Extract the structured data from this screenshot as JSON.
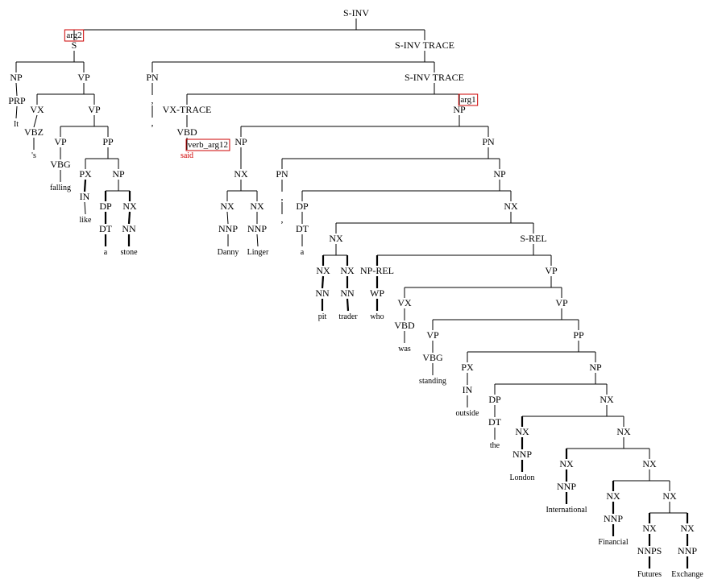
{
  "colors": {
    "text": "#000000",
    "box": "#cc0000",
    "highlight_word": "#d00000"
  },
  "annotations": {
    "arg2": "arg2",
    "arg1": "arg1",
    "verb": "verb_arg12"
  },
  "nodes": {
    "root": "S-INV",
    "s": "S",
    "np_it": "NP",
    "prp": "PRP",
    "w_it": "It",
    "vp1": "VP",
    "vx1": "VX",
    "vbz": "VBZ",
    "w_s": "'s",
    "vp2": "VP",
    "vp3": "VP",
    "vbg1": "VBG",
    "w_falling": "falling",
    "pp1": "PP",
    "px1": "PX",
    "in1": "IN",
    "w_like": "like",
    "np_stone": "NP",
    "dp1": "DP",
    "dt1": "DT",
    "w_a1": "a",
    "nx_stone": "NX",
    "nn_stone": "NN",
    "w_stone": "stone",
    "sinv_trace1": "S-INV TRACE",
    "pn_comma1": "PN",
    "comma1a": ",",
    "comma1b": ",",
    "sinv_trace2": "S-INV TRACE",
    "vx_trace": "VX-TRACE",
    "vbd_said": "VBD",
    "w_said": "said",
    "np_main": "NP",
    "np_danny": "NP",
    "nx_danny": "NX",
    "nx_d": "NX",
    "nnp_d": "NNP",
    "w_danny": "Danny",
    "nx_l": "NX",
    "nnp_l": "NNP",
    "w_linger": "Linger",
    "pn_app": "PN",
    "pn_comma2": "PN",
    "comma2a": ",",
    "comma2b": ",",
    "np_app": "NP",
    "dp2": "DP",
    "dt2": "DT",
    "w_a2": "a",
    "nx_app": "NX",
    "nx_pt": "NX",
    "nx_pit": "NX",
    "nn_pit": "NN",
    "w_pit": "pit",
    "nx_trader": "NX",
    "nn_trader": "NN",
    "w_trader": "trader",
    "srel": "S-REL",
    "np_rel": "NP-REL",
    "wp": "WP",
    "w_who": "who",
    "vp_rel1": "VP",
    "vx_was": "VX",
    "vbd_was": "VBD",
    "w_was": "was",
    "vp_rel2": "VP",
    "vp_rel3": "VP",
    "vbg2": "VBG",
    "w_standing": "standing",
    "pp2": "PP",
    "px2": "PX",
    "in2": "IN",
    "w_outside": "outside",
    "np_lon": "NP",
    "dp3": "DP",
    "dt3": "DT",
    "w_the": "the",
    "nx_l1": "NX",
    "nx_lon": "NX",
    "nnp_lon": "NNP",
    "w_london": "London",
    "nx_l2": "NX",
    "nx_int": "NX",
    "nnp_int": "NNP",
    "w_int": "International",
    "nx_l3": "NX",
    "nx_fin": "NX",
    "nnp_fin": "NNP",
    "w_fin": "Financial",
    "nx_l4": "NX",
    "nx_fut": "NX",
    "nnps": "NNPS",
    "w_futures": "Futures",
    "nx_exc": "NX",
    "nnp_exc": "NNP",
    "w_exchange": "Exchange"
  }
}
